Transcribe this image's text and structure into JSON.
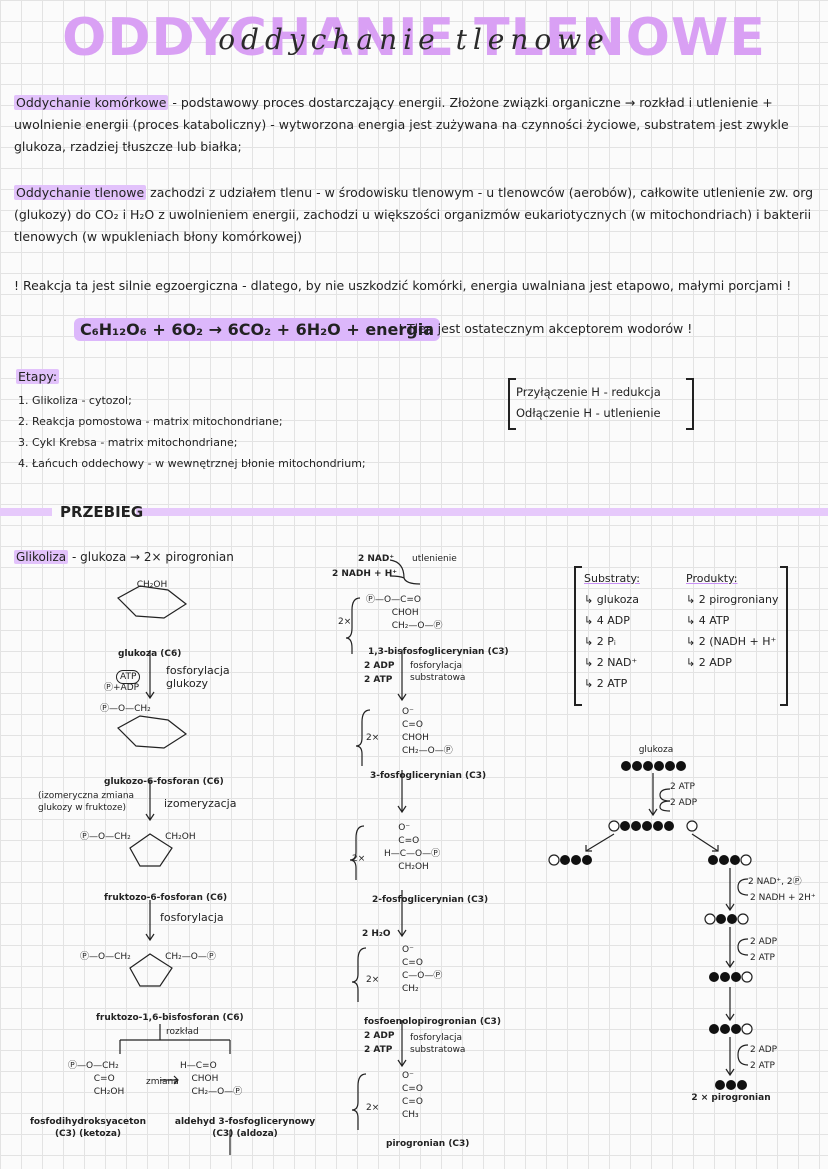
{
  "title": "ODDYCHANIE TLENOWE",
  "subtitle": "oddychanie tlenowe",
  "intro": {
    "term": "Oddychanie komórkowe",
    "text": "- podstawowy proces dostarczający energii. Złożone związki organiczne → rozkład i utlenienie + uwolnienie energii (proces kataboliczny) - wytworzona energia jest zużywana na czynności życiowe, substratem jest zwykle glukoza, rzadziej tłuszcze lub białka;"
  },
  "aerobic": {
    "term": "Oddychanie tlenowe",
    "text": "zachodzi z udziałem tlenu - w środowisku tlenowym - u tlenowców (aerobów), całkowite utlenienie zw. org (glukozy) do CO₂ i H₂O z uwolnieniem energii, zachodzi u większości organizmów eukariotycznych (w mitochondriach) i bakterii tlenowych (w wpukleniach błony komórkowej)"
  },
  "note": "! Reakcja ta jest silnie egzoergiczna - dlatego, by nie uszkodzić komórki, energia uwalniana jest etapowo, małymi porcjami !",
  "equation": "C₆H₁₂O₆ + 6O₂ → 6CO₂ + 6H₂O + energia",
  "oxygen_note": "! Tlen jest ostatecznym akceptorem wodorów !",
  "stages": {
    "heading": "Etapy:",
    "items": [
      "1. Glikoliza - cytozol;",
      "2. Reakcja pomostowa - matrix mitochondriane;",
      "3. Cykl Krebsa - matrix mitochondriane;",
      "4. Łańcuch oddechowy - w wewnętrznej błonie mitochondrium;"
    ]
  },
  "redox": [
    "Przyłączenie H - redukcja",
    "Odłączenie H - utlenienie"
  ],
  "section": "PRZEBIEG",
  "glycolysis": {
    "term": "Glikoliza",
    "text": "- glukoza → 2× pirogronian"
  },
  "left_column": {
    "glucose": "glukoza (C6)",
    "step1": "fosforylacja glukozy",
    "atp_adp": [
      "ATP",
      "Ⓟ+ADP"
    ],
    "g6p": "glukozo-6-fosforan (C6)",
    "iso_note": "(izomeryczna zmiana glukozy w fruktoze)",
    "iso": "izomeryzacja",
    "f6p": "fruktozo-6-fosforan (C6)",
    "step3": "fosforylacja",
    "f16bp": "fruktozo-1,6-bisfosforan (C6)",
    "split": "rozkład",
    "change": "zmiana",
    "dhap": "fosfodihydroksyaceton (C3) (ketoza)",
    "g3p": "aldehyd 3-fosfoglicerynowy (C3) (aldoza)"
  },
  "middle_column": {
    "nad": "2 NAD⁺",
    "nadh": "2 NADH + H⁺",
    "oxid": "utlenienie",
    "mult": "2×",
    "bpg": "1,3-bisfosfoglicerynian (C3)",
    "adp": "2 ADP",
    "atp": "2 ATP",
    "subphos": "fosforylacja substratowa",
    "pg3": "3-fosfoglicerynian (C3)",
    "pg2": "2-fosfoglicerynian (C3)",
    "water": "2 H₂O",
    "pep": "fosfoenolopirogronian (C3)",
    "pyr": "pirogronian (C3)"
  },
  "substrates": {
    "heading": "Substraty:",
    "items": [
      "↳ glukoza",
      "↳ 4 ADP",
      "↳ 2 Pᵢ",
      "↳ 2 NAD⁺",
      "↳ 2 ATP"
    ]
  },
  "products": {
    "heading": "Produkty:",
    "items": [
      "↳ 2 pirogroniany",
      "↳ 4 ATP",
      "↳ 2 (NADH + H⁺",
      "↳ 2 ADP"
    ]
  },
  "scheme": {
    "glucose": "glukoza",
    "atp": "2 ATP",
    "adp": "2 ADP",
    "nad": "2 NAD⁺, 2Ⓟ",
    "nadh": "2 NADH + 2H⁺",
    "adp2": "2 ADP",
    "atp2": "2 ATP",
    "adp3": "2 ADP",
    "atp3": "2 ATP",
    "result": "2 × pirogronian"
  },
  "colors": {
    "accent": "#dcb7fb",
    "title": "#d9a0f4",
    "ink": "#222222"
  }
}
